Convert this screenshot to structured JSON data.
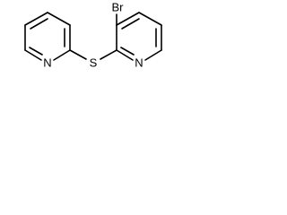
{
  "molecule": {
    "atoms": {
      "n_left": "N",
      "s_bridge": "S",
      "n_right": "N",
      "br": "Br"
    }
  }
}
